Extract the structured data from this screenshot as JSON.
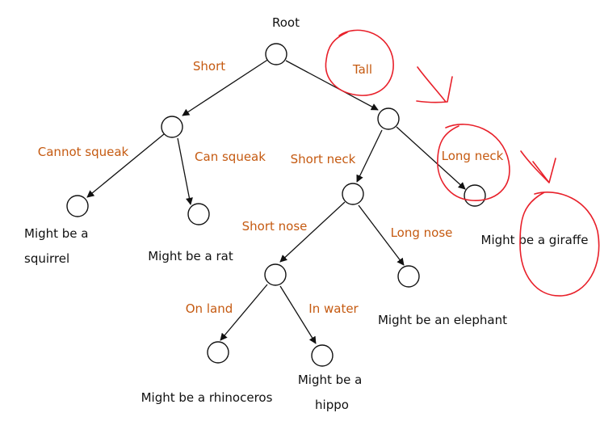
{
  "diagram": {
    "root_label": "Root",
    "edge_labels": {
      "short": "Short",
      "tall": "Tall",
      "cannot_squeak": "Cannot squeak",
      "can_squeak": "Can squeak",
      "short_neck": "Short neck",
      "long_neck": "Long neck",
      "short_nose": "Short nose",
      "long_nose": "Long nose",
      "on_land": "On land",
      "in_water": "In water"
    },
    "leaves": {
      "squirrel": [
        "Might be a",
        "squirrel"
      ],
      "rat": "Might be a rat",
      "giraffe": "Might be a giraffe",
      "elephant": "Might be an elephant",
      "rhinoceros": "Might be a rhinoceros",
      "hippo": [
        "Might be a",
        "hippo"
      ]
    },
    "colors": {
      "edge_label": "#c55a11",
      "annotation": "#e8202a",
      "line": "#111111"
    }
  }
}
